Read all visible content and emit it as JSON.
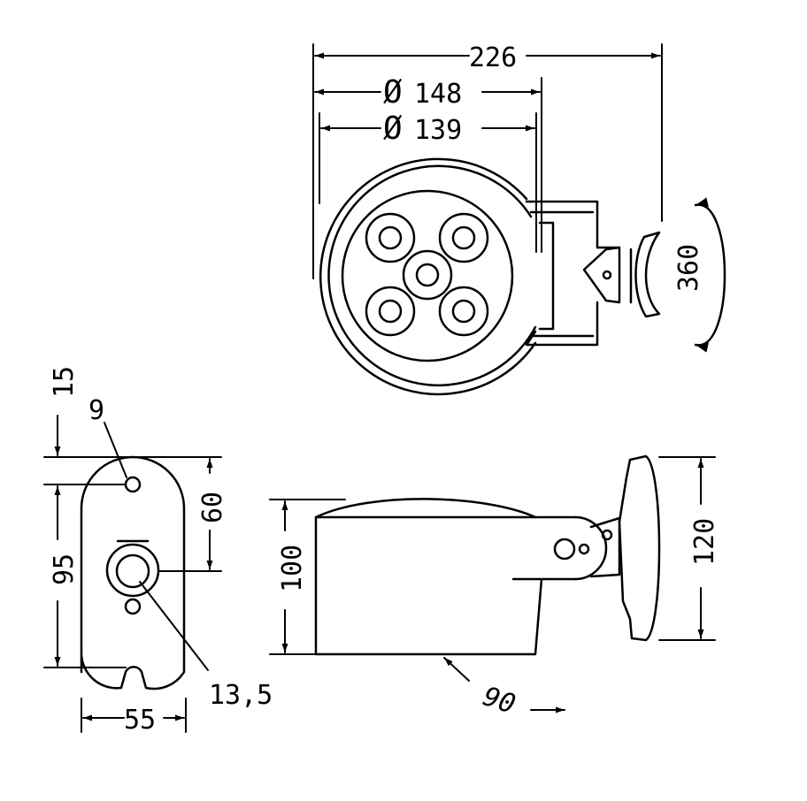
{
  "drawing": {
    "top_view": {
      "overall_width": "226",
      "outer_diameter_symbol": "Ø",
      "outer_diameter": "148",
      "inner_diameter_symbol": "Ø",
      "inner_diameter": "139",
      "rotation": "360"
    },
    "base_plate": {
      "top_offset": "15",
      "hole_diameter": "9",
      "hole_spacing": "95",
      "center_offset": "60",
      "center_hole": "13,5",
      "width": "55"
    },
    "side_view": {
      "height": "100",
      "bracket_height": "120",
      "angle": "90"
    }
  }
}
